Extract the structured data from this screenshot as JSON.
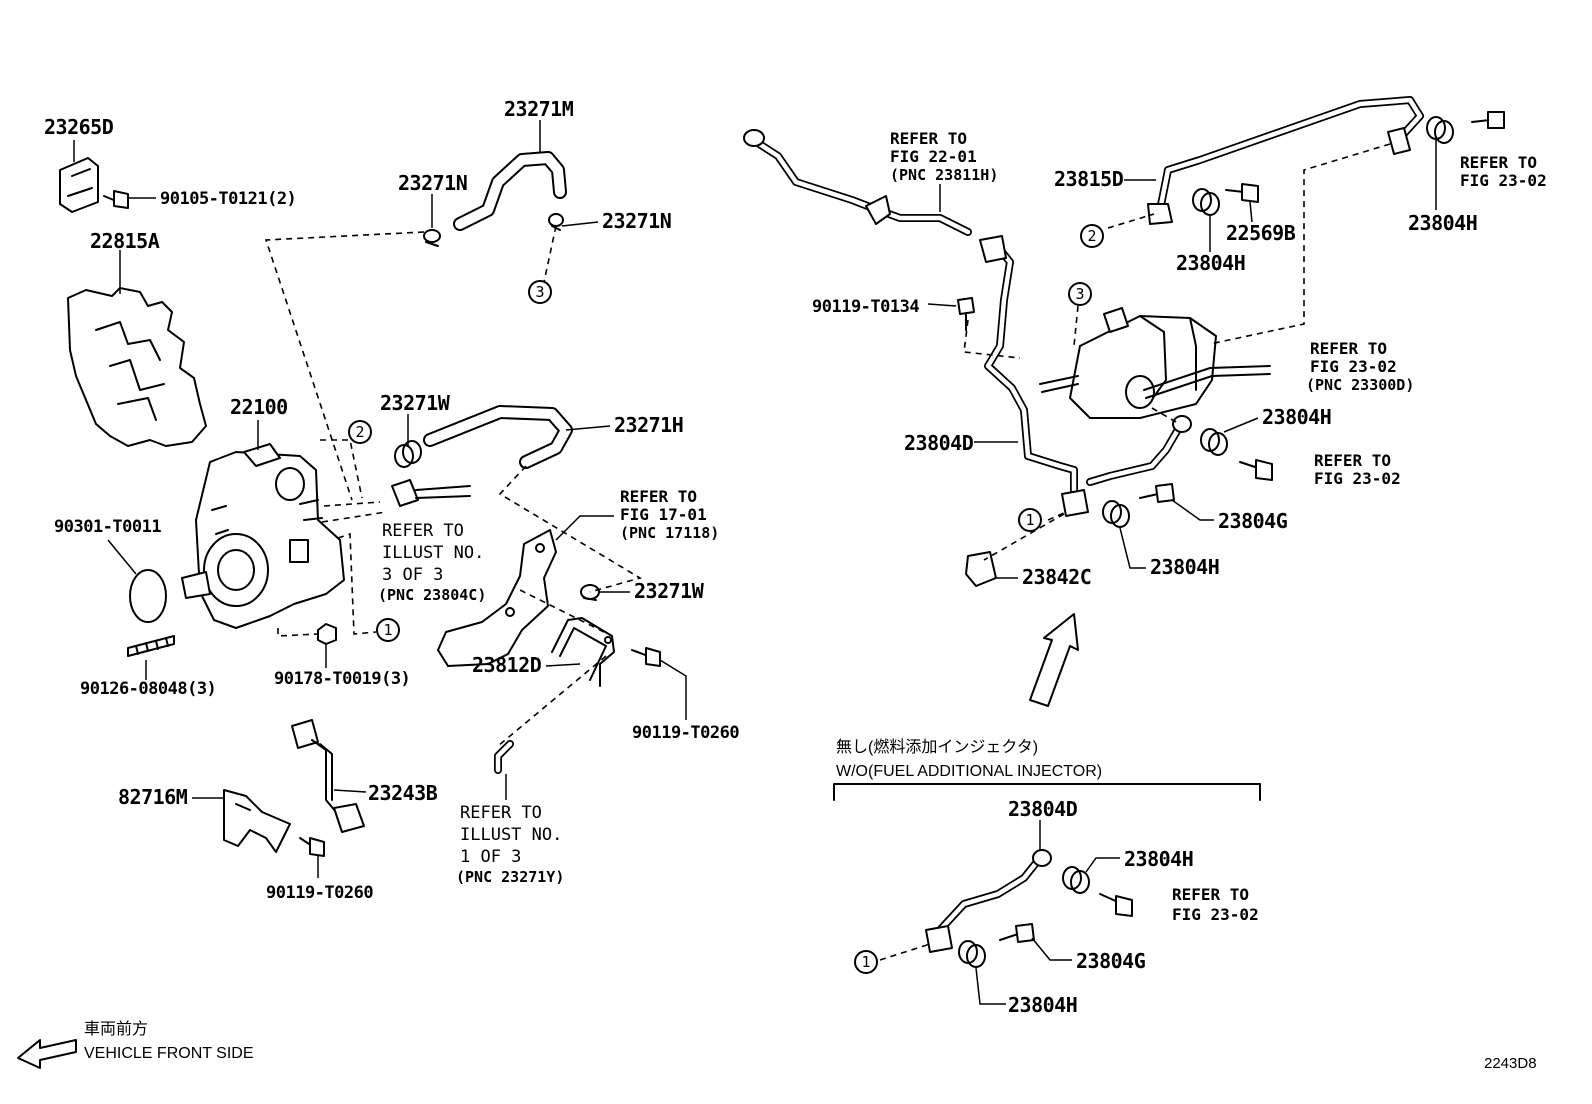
{
  "part_numbers": {
    "p23265D": "23265D",
    "p90105T0121": "90105-T0121(2)",
    "p22815A": "22815A",
    "p23271M": "23271M",
    "p23271N_a": "23271N",
    "p23271N_b": "23271N",
    "p22100": "22100",
    "p23271W_a": "23271W",
    "p23271H": "23271H",
    "p90301T0011": "90301-T0011",
    "p90126": "90126-08048(3)",
    "p90178": "90178-T0019(3)",
    "p23271W_b": "23271W",
    "p23812D": "23812D",
    "p90119T0260_a": "90119-T0260",
    "p82716M": "82716M",
    "p23243B": "23243B",
    "p90119T0260_b": "90119-T0260",
    "p90119T0134": "90119-T0134",
    "p23815D": "23815D",
    "p23804H_a": "23804H",
    "p22569B": "22569B",
    "p23804H_b": "23804H",
    "p23804D_a": "23804D",
    "p23804H_c": "23804H",
    "p23804G_a": "23804G",
    "p23804H_d": "23804H",
    "p23842C": "23842C",
    "p23804D_b": "23804D",
    "p23804H_e": "23804H",
    "p23804G_b": "23804G",
    "p23804H_f": "23804H"
  },
  "refs": {
    "r2201": [
      "REFER TO",
      "FIG 22-01",
      "(PNC 23811H)"
    ],
    "r2302_top": [
      "REFER TO",
      "FIG 23-02"
    ],
    "r2302_pnc": [
      "REFER TO",
      "FIG 23-02",
      "(PNC 23300D)"
    ],
    "r2302_mid": [
      "REFER TO",
      "FIG 23-02"
    ],
    "r1701": [
      "REFER TO",
      "FIG 17-01",
      "(PNC 17118)"
    ],
    "r_illust3": [
      "REFER TO",
      "ILLUST NO.",
      "3 OF 3",
      "(PNC 23804C)"
    ],
    "r_illust1": [
      "REFER TO",
      "ILLUST NO.",
      "1 OF 3",
      "(PNC 23271Y)"
    ],
    "r2302_bot": [
      "REFER TO",
      "FIG 23-02"
    ]
  },
  "callouts": {
    "c1_a": "1",
    "c1_b": "1",
    "c1_c": "1",
    "c2_a": "2",
    "c2_b": "2",
    "c3_a": "3",
    "c3_b": "3"
  },
  "notes": {
    "wo_jp": "無し(燃料添加インジェクタ)",
    "wo_en": "W/O(FUEL ADDITIONAL INJECTOR)",
    "front_jp": "車両前方",
    "front_en": "VEHICLE FRONT SIDE",
    "fig_code": "2243D8"
  }
}
